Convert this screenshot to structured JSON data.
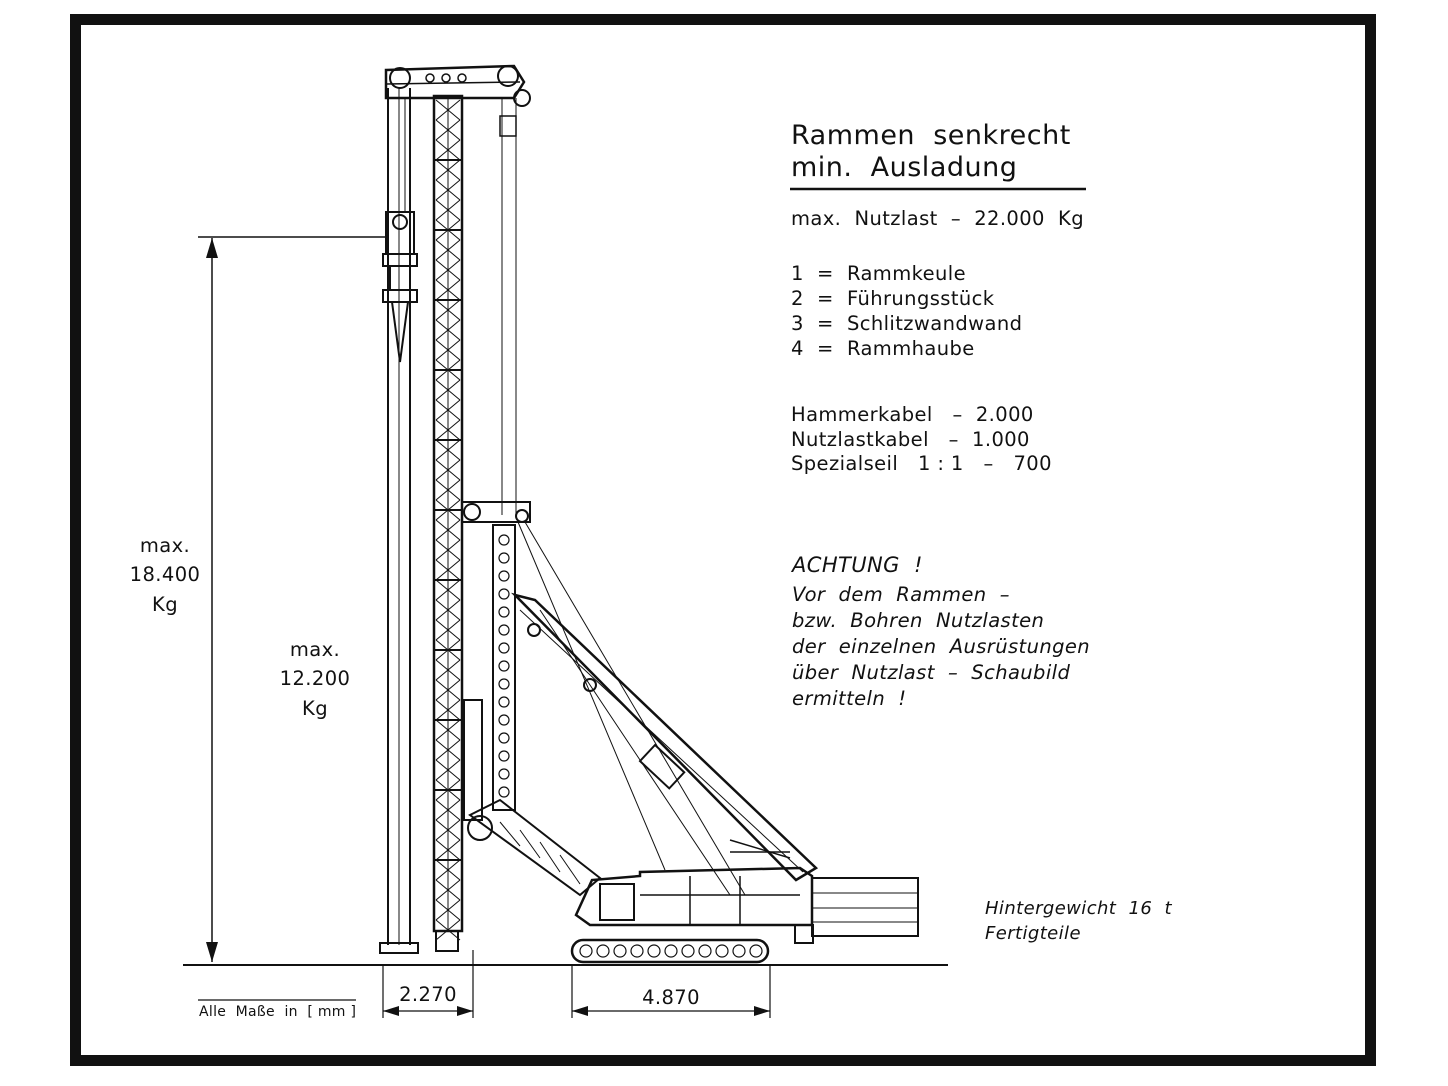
{
  "title": {
    "line1": "Rammen  senkrecht",
    "line2": "min.  Ausladung"
  },
  "payload": "max.  Nutzlast  –  22.000  Kg",
  "legend": [
    "1  =  Rammkeule",
    "2  =  Führungsstück",
    "3  =  Schlitzwandwand",
    "4  =  Rammhaube"
  ],
  "cables": [
    "Hammerkabel   –  2.000",
    "Nutzlastkabel   –  1.000",
    "Spezialseil   1 : 1   –   700"
  ],
  "warning": {
    "heading": "ACHTUNG  !",
    "lines": [
      "Vor  dem  Rammen  –",
      "bzw.  Bohren  Nutzlasten",
      "der  einzelnen  Ausrüstungen",
      "über  Nutzlast  –  Schaubild",
      "ermitteln  !"
    ]
  },
  "counterweight": {
    "line1": "Hintergewicht  16  t",
    "line2": "Fertigteile"
  },
  "load_left": {
    "line1": "max.",
    "line2": "18.400",
    "line3": "Kg"
  },
  "load_mid": {
    "line1": "max.",
    "line2": "12.200",
    "line3": "Kg"
  },
  "dim_a": "2.270",
  "dim_b": "4.870",
  "units_note": "Alle  Maße  in  [ mm ]"
}
